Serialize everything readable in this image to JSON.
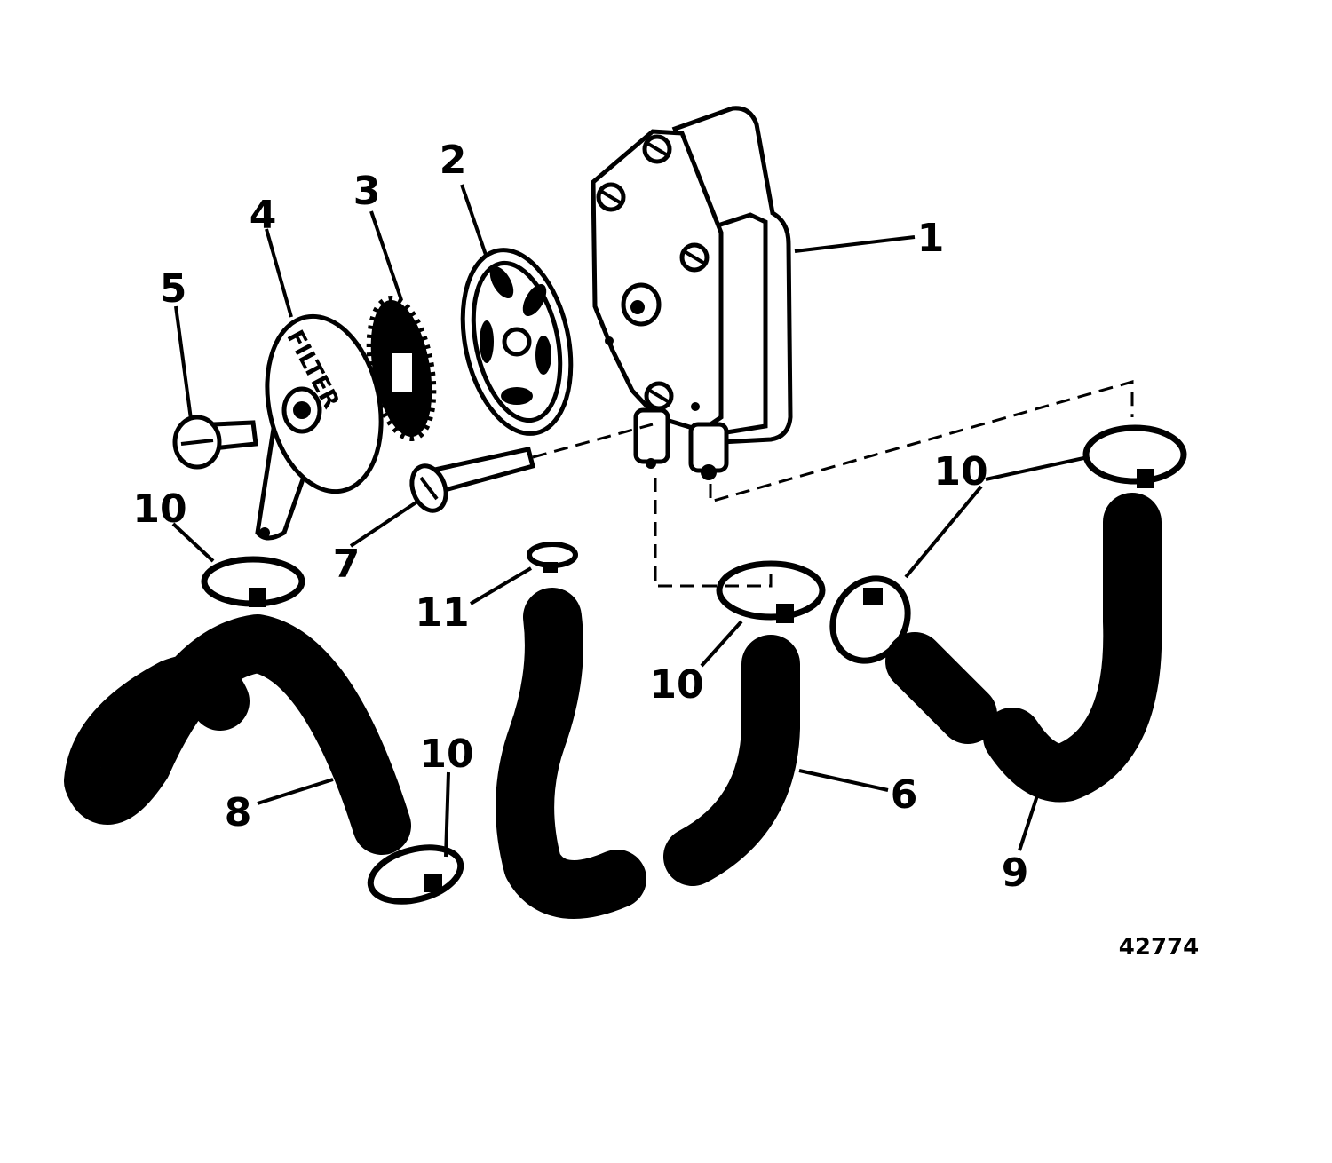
{
  "diagram": {
    "figure_number": "42774",
    "filter_marking": "FILTER",
    "callouts": [
      {
        "id": "pump",
        "text": "1"
      },
      {
        "id": "filter-plate",
        "text": "2"
      },
      {
        "id": "filter-screen",
        "text": "3"
      },
      {
        "id": "filter-cover",
        "text": "4"
      },
      {
        "id": "cover-screw",
        "text": "5"
      },
      {
        "id": "hose-6",
        "text": "6"
      },
      {
        "id": "pump-screw",
        "text": "7"
      },
      {
        "id": "hose-8",
        "text": "8"
      },
      {
        "id": "hose-9",
        "text": "9"
      },
      {
        "id": "clamp-a",
        "text": "10"
      },
      {
        "id": "clamp-b",
        "text": "10"
      },
      {
        "id": "clamp-c",
        "text": "10"
      },
      {
        "id": "clamp-d",
        "text": "10"
      },
      {
        "id": "clamp-e",
        "text": "10"
      },
      {
        "id": "clip-11",
        "text": "11"
      }
    ]
  }
}
